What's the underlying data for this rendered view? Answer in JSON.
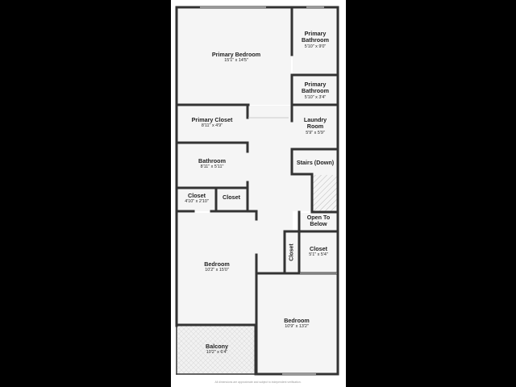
{
  "rooms": {
    "primary_bedroom": {
      "name": "Primary Bedroom",
      "dims": "15'1\" x 14'5\""
    },
    "primary_bathroom_1": {
      "name": "Primary Bathroom",
      "dims": "5'10\" x 9'0\""
    },
    "primary_bathroom_2": {
      "name": "Primary Bathroom",
      "dims": "5'10\" x 3'4\""
    },
    "primary_closet": {
      "name": "Primary Closet",
      "dims": "8'11\" x 4'9\""
    },
    "laundry_room": {
      "name": "Laundry Room",
      "dims": "5'9\" x 5'9\""
    },
    "bathroom": {
      "name": "Bathroom",
      "dims": "8'11\" x 5'11\""
    },
    "stairs": {
      "name": "Stairs (Down)"
    },
    "closet_left": {
      "name": "Closet",
      "dims": "4'10\" x 2'10\""
    },
    "closet_mid": {
      "name": "Closet"
    },
    "open_to_below": {
      "name": "Open To Below"
    },
    "closet_vertical": {
      "name": "Closet"
    },
    "closet_right": {
      "name": "Closet",
      "dims": "5'1\" x 5'4\""
    },
    "bedroom_left": {
      "name": "Bedroom",
      "dims": "10'2\" x 15'0\""
    },
    "bedroom_right": {
      "name": "Bedroom",
      "dims": "10'9\" x 13'2\""
    },
    "balcony": {
      "name": "Balcony",
      "dims": "10'2\" x 6'4\""
    }
  },
  "footnote": "All dimensions are approximate and subject to independent verification.",
  "colors": {
    "wall": "#333333",
    "floor": "#f5f5f5",
    "background": "#000000",
    "sheet": "#ffffff"
  }
}
